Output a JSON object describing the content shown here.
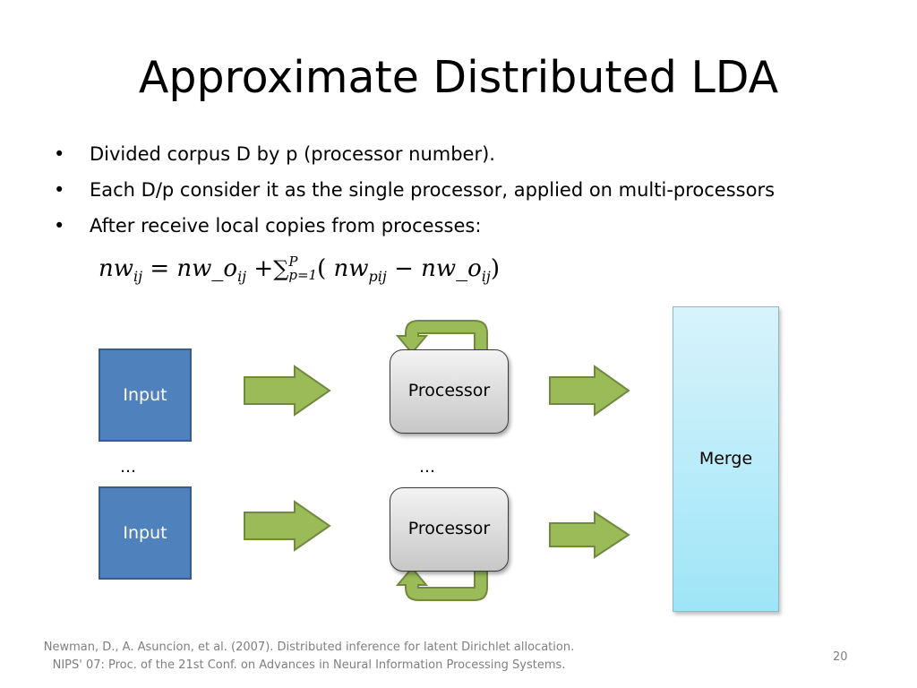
{
  "slide": {
    "title": "Approximate Distributed LDA",
    "bullets": [
      "Divided corpus D by p (processor number).",
      "Each D/p consider it as the single processor, applied on multi-processors",
      "After receive local copies from processes:"
    ],
    "bullet_symbol": "•",
    "formula": {
      "lhs_base": "nw",
      "lhs_sub": "ij",
      "equals": "=",
      "term1_base": "nw_o",
      "term1_sub": "ij",
      "plus": "+",
      "sum_symbol": "∑",
      "sum_upper": "P",
      "sum_lower": "p=1",
      "open_paren": "(",
      "term2_base": "nw",
      "term2_sub": "pij",
      "minus": "−",
      "term3_base": "nw_o",
      "term3_sub": "ij",
      "close_paren": ")"
    },
    "diagram": {
      "input_label_1": "Input",
      "input_label_2": "Input",
      "processor_label_1": "Processor",
      "processor_label_2": "Processor",
      "merge_label": "Merge",
      "ellipsis_1": "…",
      "ellipsis_2": "…",
      "colors": {
        "input_fill": "#4f81bd",
        "arrow_fill": "#9bbb59",
        "arrow_stroke": "#71893f",
        "merge_fill": "#9ee5f8"
      }
    },
    "citation_line_1": "Newman, D., A. Asuncion, et al. (2007). Distributed inference for latent Dirichlet allocation.",
    "citation_line_2": "NIPS' 07: Proc. of the 21st Conf. on Advances in Neural Information Processing Systems.",
    "page_number": "20"
  }
}
